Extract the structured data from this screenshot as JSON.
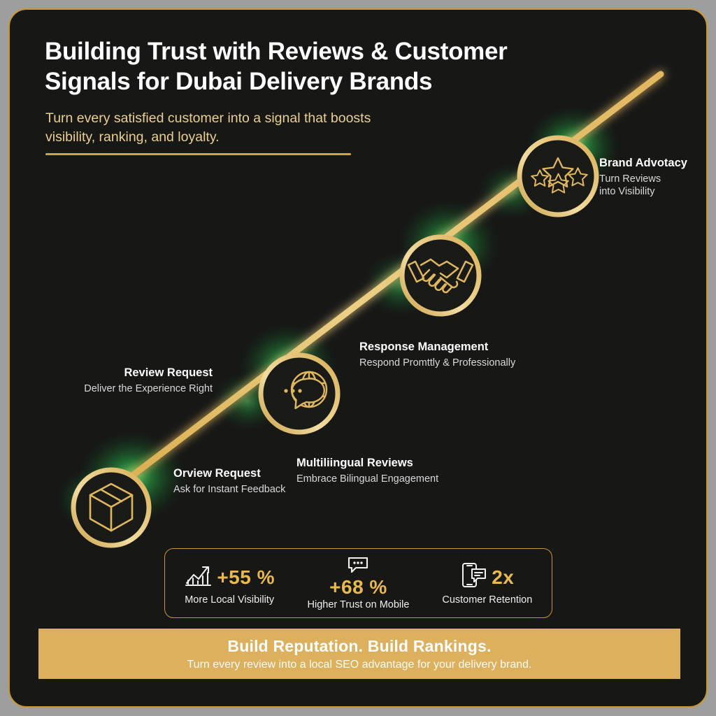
{
  "header": {
    "title": "Building Trust with Reviews & Customer Signals for Dubai Delivery Brands",
    "subtitle": "Turn every satisfied customer into a signal that boosts visibility, ranking, and loyalty."
  },
  "journey": {
    "nodes": [
      {
        "id": "brand-advocacy",
        "icon": "stars-icon",
        "title": "Brand Advotacy",
        "sub_line1": "Turn Reviews",
        "sub_line2": "into Visibility"
      },
      {
        "id": "response-management",
        "icon": "handshake-icon",
        "title": "Response Management",
        "sub_line1": "Respond Promttly & Professionally",
        "sub_line2": ""
      },
      {
        "id": "multilingual-reviews",
        "icon": "globe-chat-icon",
        "title": "Multiliingual Reviews",
        "sub_line1": "Embrace Bilingual Engagement",
        "sub_line2": ""
      },
      {
        "id": "review-request",
        "icon": "",
        "title": "Review Request",
        "sub_line1": "Deliver the Experience Right",
        "sub_line2": ""
      },
      {
        "id": "orview-request",
        "icon": "package-icon",
        "title": "Orview Request",
        "sub_line1": "Ask for Instant Feedback",
        "sub_line2": ""
      }
    ]
  },
  "stats": [
    {
      "icon": "growth-chart-icon",
      "value": "+55 %",
      "caption": "More Local Visibility"
    },
    {
      "icon": "chat-bubble-icon",
      "value": "+68 %",
      "caption": "Higher Trust on Mobile"
    },
    {
      "icon": "phone-chat-icon",
      "value": "2x",
      "caption": "Customer Retention"
    }
  ],
  "banner": {
    "title": "Build Reputation. Build Rankings.",
    "subtitle": "Turn every review into a local SEO advantage for your delivery brand."
  },
  "colors": {
    "gold": "#d9ab4e",
    "gold_line": "#e0b75f",
    "glow_green": "#2fbf4a",
    "background": "#171716",
    "banner": "#ddb05d",
    "text_light": "#ffffff",
    "subtitle_gold": "#e9cf92"
  }
}
